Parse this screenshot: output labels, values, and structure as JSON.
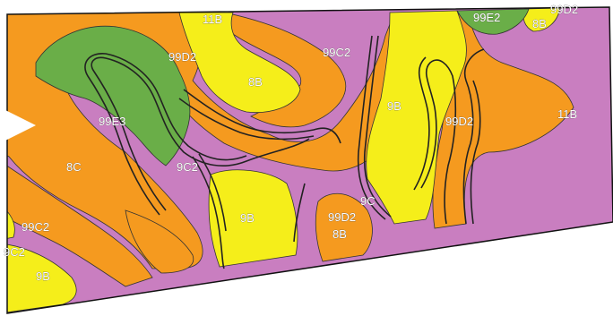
{
  "colors": {
    "zone_9B_8B": "#f5ee1a",
    "zone_C_orange": "#f59a1f",
    "zone_purple": "#c97ec0",
    "zone_E_green": "#6aae48",
    "road": "#222222",
    "boundary": "#111111"
  },
  "labels": {
    "l_11B_top": "11B",
    "l_99D2_tr": "99D2",
    "l_99E2": "99E2",
    "l_8B_tr": "8B",
    "l_99D2_left": "99D2",
    "l_99C2_top": "99C2",
    "l_8B_center": "8B",
    "l_9B_center": "9B",
    "l_99D2_right": "99D2",
    "l_11B_right": "11B",
    "l_99E3": "99E3",
    "l_8C": "8C",
    "l_9C2": "9C2",
    "l_9C": "9C",
    "l_9B_mid": "9B",
    "l_99D2_bottom": "99D2",
    "l_8B_bottom": "8B",
    "l_99C2_left": "99C2",
    "l_9C2_left": "9C2",
    "l_9B_bottomleft": "9B"
  }
}
